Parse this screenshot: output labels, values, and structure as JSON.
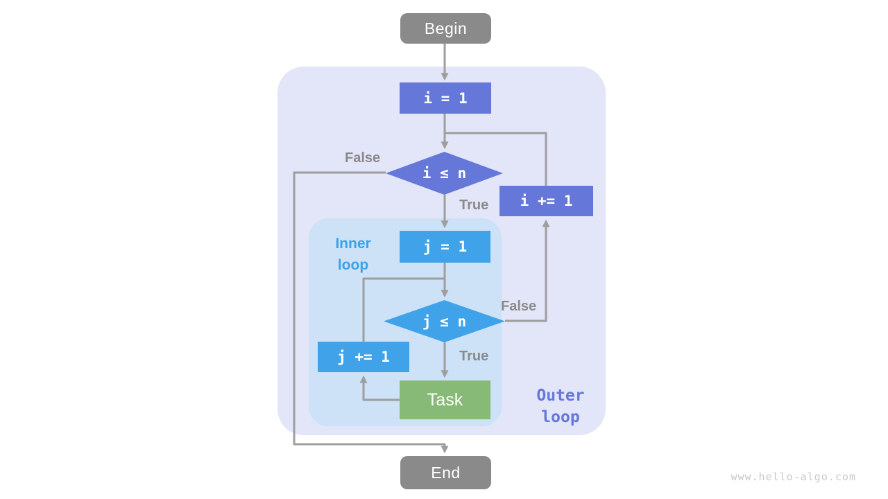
{
  "diagram": {
    "nodes": {
      "begin": {
        "label": "Begin"
      },
      "init_i": {
        "label": "i = 1"
      },
      "cond_i": {
        "label": "i ≤ n"
      },
      "inc_i": {
        "label": "i += 1"
      },
      "init_j": {
        "label": "j = 1"
      },
      "cond_j": {
        "label": "j ≤ n"
      },
      "inc_j": {
        "label": "j += 1"
      },
      "task": {
        "label": "Task"
      },
      "end": {
        "label": "End"
      }
    },
    "edge_labels": {
      "outer_false": "False",
      "outer_true": "True",
      "inner_false": "False",
      "inner_true": "True"
    },
    "regions": {
      "outer": {
        "label": "Outer\nloop"
      },
      "inner": {
        "label": "Inner\nloop"
      }
    },
    "watermark": "www.hello-algo.com",
    "colors": {
      "terminal_gray": "#8a8a8a",
      "outer_accent": "#6577d9",
      "inner_accent": "#40a3e9",
      "task_green": "#88ba77",
      "outer_region_bg": "#e3e5f8",
      "inner_region_bg": "#cde2f6",
      "edge_gray": "#9e9e9e",
      "watermark_gray": "#c9c9c9"
    }
  }
}
